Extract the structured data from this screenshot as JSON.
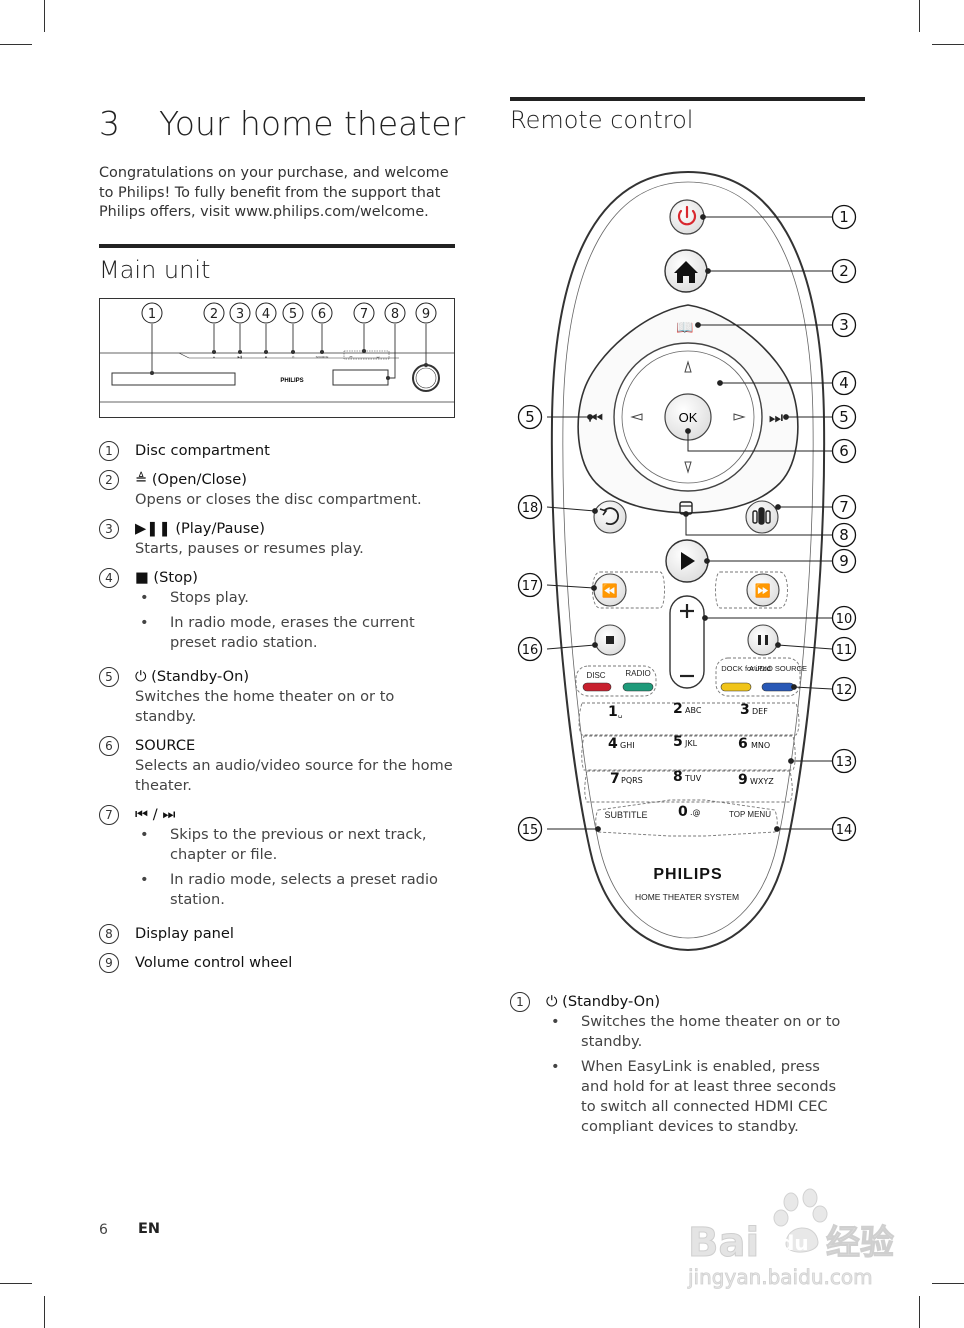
{
  "chapter": {
    "number": "3",
    "title": "Your home theater"
  },
  "intro": "Congratulations on your purchase, and welcome to Philips! To fully benefit from the support that Philips offers, visit www.philips.com/welcome.",
  "main_unit": {
    "heading": "Main unit",
    "callouts": [
      "1",
      "2",
      "3",
      "4",
      "5",
      "6",
      "7",
      "8",
      "9"
    ],
    "device_brand": "PHILIPS",
    "items": [
      {
        "n": "1",
        "title": "Disc compartment"
      },
      {
        "n": "2",
        "title": "≜ (Open/Close)",
        "desc": "Opens or closes the disc compartment."
      },
      {
        "n": "3",
        "title": "▶❚❚ (Play/Pause)",
        "desc": "Starts, pauses or resumes play."
      },
      {
        "n": "4",
        "title": "■ (Stop)",
        "bullets": [
          "Stops play.",
          "In radio mode, erases the current preset radio station."
        ]
      },
      {
        "n": "5",
        "title": "⏻ (Standby-On)",
        "desc": "Switches the home theater on or to standby."
      },
      {
        "n": "6",
        "title": "SOURCE",
        "desc": "Selects an audio/video source for the home theater."
      },
      {
        "n": "7",
        "title": "⏮ / ⏭",
        "bullets": [
          "Skips to the previous or next track, chapter or file.",
          "In radio mode, selects a preset radio station."
        ]
      },
      {
        "n": "8",
        "title": "Display panel"
      },
      {
        "n": "9",
        "title": "Volume control wheel"
      }
    ]
  },
  "remote": {
    "heading": "Remote control",
    "callouts": [
      "1",
      "2",
      "3",
      "4",
      "5",
      "5",
      "6",
      "7",
      "8",
      "9",
      "10",
      "11",
      "12",
      "13",
      "14",
      "15",
      "16",
      "17",
      "18"
    ],
    "brand": "PHILIPS",
    "subtitle": "HOME THEATER SYSTEM",
    "ok_label": "OK",
    "color_labels": {
      "disc": "DISC",
      "radio": "RADIO",
      "dock": "DOCK for iPod",
      "audio_source": "AUDIO SOURCE"
    },
    "keys": [
      {
        "d": "1",
        "l": "␣"
      },
      {
        "d": "2",
        "l": "ABC"
      },
      {
        "d": "3",
        "l": "DEF"
      },
      {
        "d": "4",
        "l": "GHI"
      },
      {
        "d": "5",
        "l": "JKL"
      },
      {
        "d": "6",
        "l": "MNO"
      },
      {
        "d": "7",
        "l": "PQRS"
      },
      {
        "d": "8",
        "l": "TUV"
      },
      {
        "d": "9",
        "l": "WXYZ"
      }
    ],
    "subtitle_key": "SUBTITLE",
    "zero_key": "0",
    "zero_sub": ".@",
    "topmenu_key": "TOP MENU",
    "items": [
      {
        "n": "1",
        "title": "⏻ (Standby-On)",
        "bullets": [
          "Switches the home theater on or to standby.",
          "When EasyLink is enabled, press and hold for at least three seconds to switch all connected HDMI CEC compliant devices to standby."
        ]
      }
    ],
    "colors": {
      "power": "#d9282f",
      "red": "#c8202e",
      "green": "#1e9a7a",
      "yellow": "#f0c419",
      "blue": "#2858b6"
    }
  },
  "footer": {
    "page": "6",
    "lang": "EN"
  },
  "watermark": {
    "text": "Bai du 经验",
    "url": "jingyan.baidu.com"
  }
}
